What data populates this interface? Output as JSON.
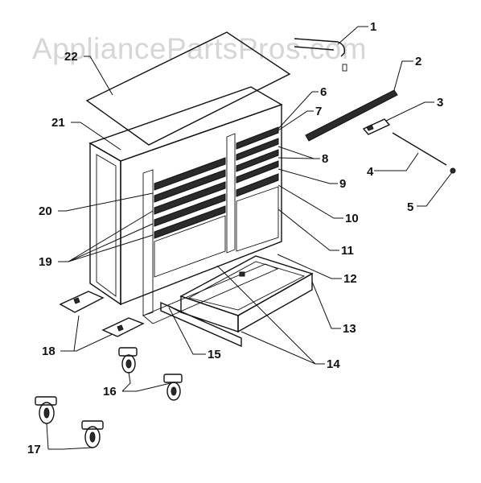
{
  "watermark": "AppliancePartsPros.com",
  "diagram": {
    "callouts": [
      {
        "id": "c1",
        "label": "1"
      },
      {
        "id": "c2",
        "label": "2"
      },
      {
        "id": "c3",
        "label": "3"
      },
      {
        "id": "c4",
        "label": "4"
      },
      {
        "id": "c5",
        "label": "5"
      },
      {
        "id": "c6",
        "label": "6"
      },
      {
        "id": "c7",
        "label": "7"
      },
      {
        "id": "c8",
        "label": "8"
      },
      {
        "id": "c9",
        "label": "9"
      },
      {
        "id": "c10",
        "label": "10"
      },
      {
        "id": "c11",
        "label": "11"
      },
      {
        "id": "c12",
        "label": "12"
      },
      {
        "id": "c13",
        "label": "13"
      },
      {
        "id": "c14",
        "label": "14"
      },
      {
        "id": "c15",
        "label": "15"
      },
      {
        "id": "c16",
        "label": "16"
      },
      {
        "id": "c17",
        "label": "17"
      },
      {
        "id": "c18",
        "label": "18"
      },
      {
        "id": "c19",
        "label": "19"
      },
      {
        "id": "c20",
        "label": "20"
      },
      {
        "id": "c21",
        "label": "21"
      },
      {
        "id": "c22",
        "label": "22"
      }
    ]
  }
}
